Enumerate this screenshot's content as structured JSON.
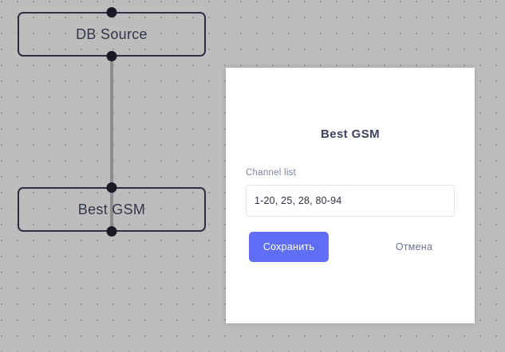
{
  "canvas": {
    "background_color": "#bdbdbd",
    "dot_color": "#9a9a9a",
    "nodes": [
      {
        "id": "db-source",
        "label": "DB Source"
      },
      {
        "id": "best-gsm",
        "label": "Best GSM"
      }
    ],
    "edge": {
      "from": "db-source",
      "to": "best-gsm",
      "color": "#8d8d8d"
    }
  },
  "panel": {
    "title": "Best GSM",
    "field": {
      "label": "Channel list",
      "value": "1-20, 25, 28, 80-94"
    },
    "buttons": {
      "save": "Сохранить",
      "cancel": "Отмена"
    },
    "accent_color": "#5f6ef5",
    "title_color": "#3e4361",
    "label_color": "#7a83a4"
  }
}
